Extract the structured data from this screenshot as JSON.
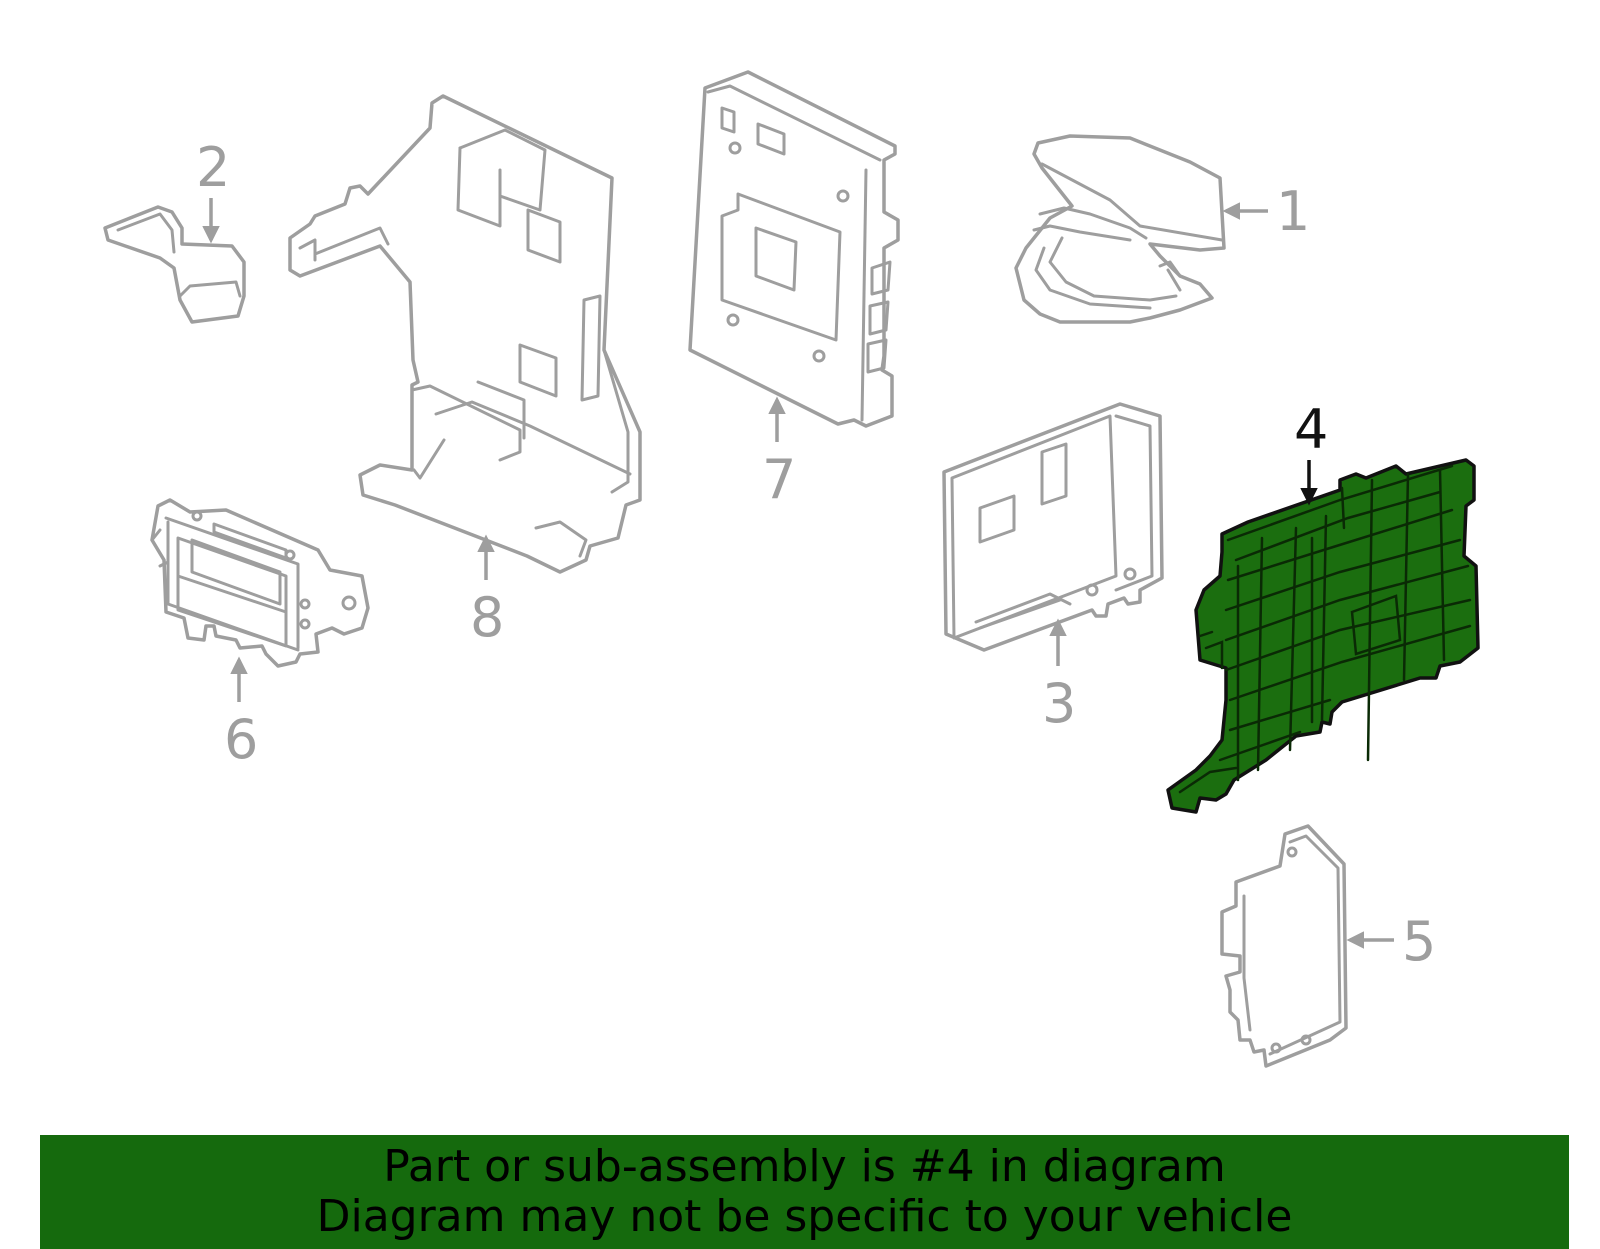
{
  "callouts": [
    {
      "id": "1",
      "label": "1"
    },
    {
      "id": "2",
      "label": "2"
    },
    {
      "id": "3",
      "label": "3"
    },
    {
      "id": "4",
      "label": "4",
      "highlighted": true
    },
    {
      "id": "5",
      "label": "5"
    },
    {
      "id": "6",
      "label": "6"
    },
    {
      "id": "7",
      "label": "7"
    },
    {
      "id": "8",
      "label": "8"
    }
  ],
  "banner": {
    "line1": "Part or sub-assembly is #4 in diagram",
    "line2": "Diagram may not be specific to your vehicle"
  },
  "colors": {
    "part_outline": "#9e9e9e",
    "highlight_fill": "#1b6e0f",
    "highlight_outline": "#111111",
    "banner_background": "#156a0d",
    "banner_text": "#000000"
  }
}
